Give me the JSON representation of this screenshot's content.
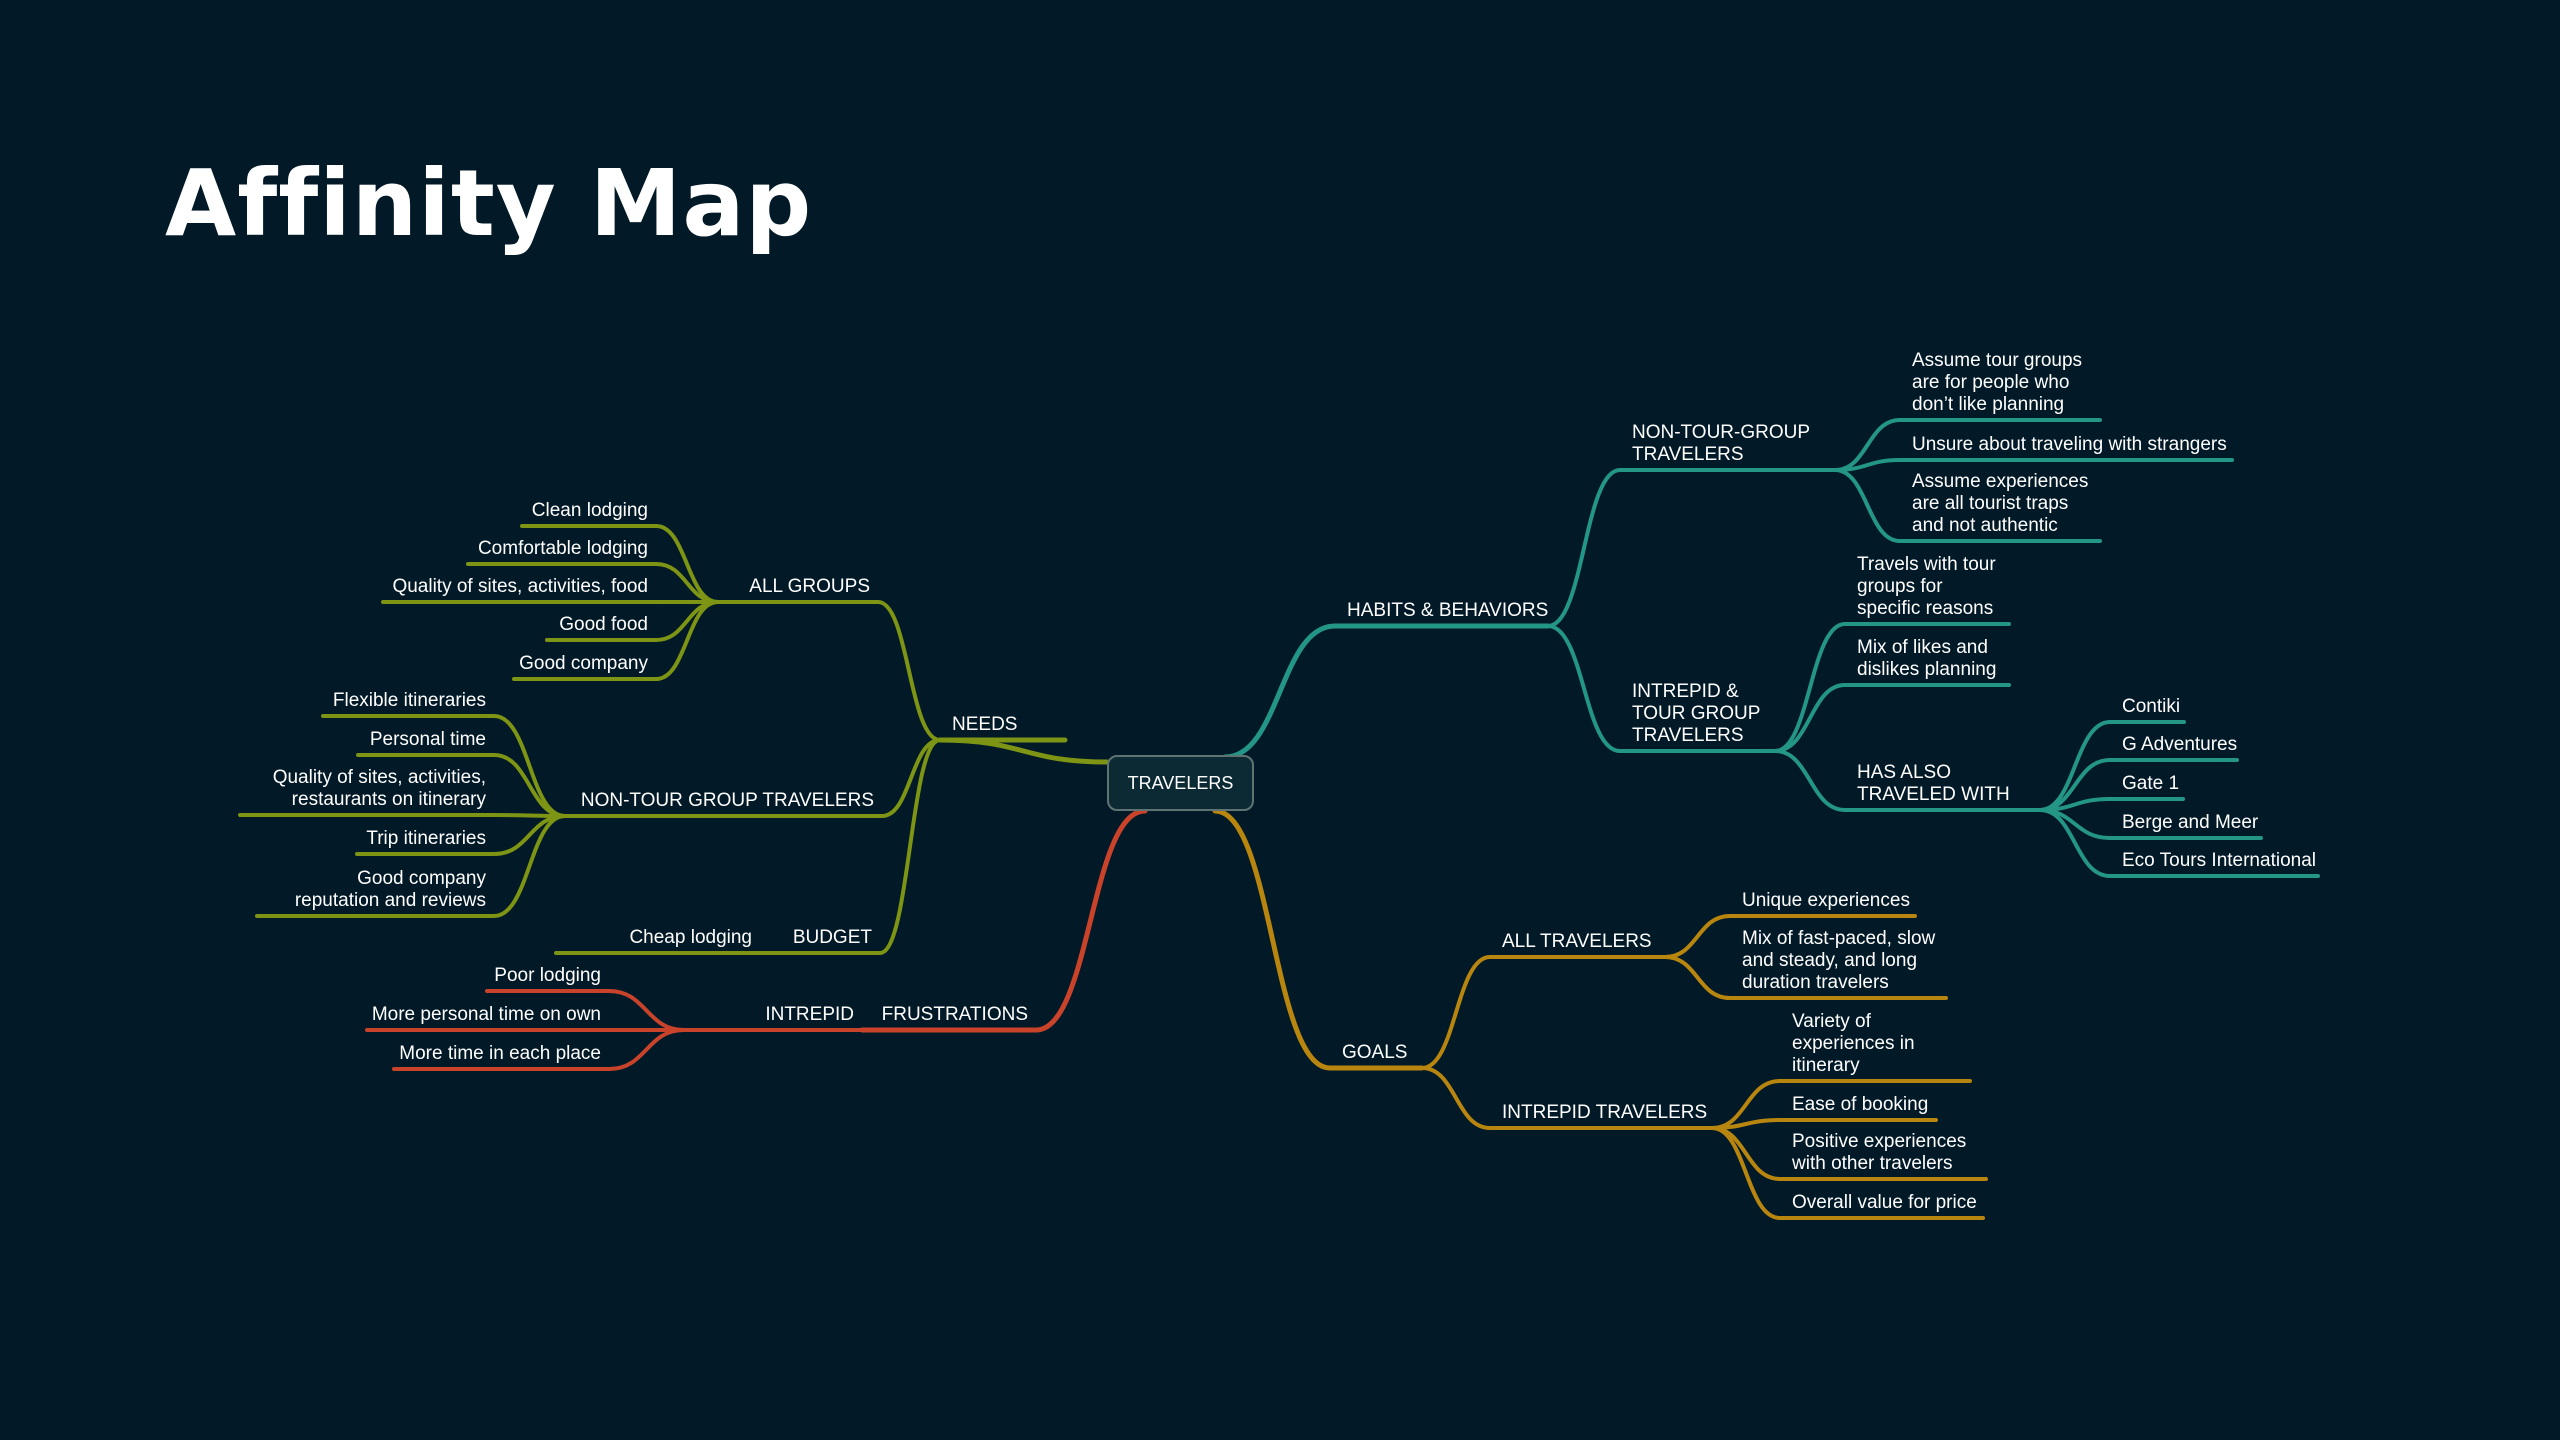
{
  "title": "Affinity Map",
  "colors": {
    "background": "#021927",
    "needs": "#7d9415",
    "frustrations": "#c9432a",
    "habits": "#249688",
    "goals": "#b8860f"
  },
  "root": "TRAVELERS",
  "needs": {
    "label": "NEEDS",
    "all_groups": {
      "label": "ALL GROUPS",
      "items": [
        "Clean lodging",
        "Comfortable lodging",
        "Quality of sites, activities, food",
        "Good food",
        "Good company"
      ]
    },
    "non_tour": {
      "label": "NON-TOUR GROUP TRAVELERS",
      "items": [
        "Flexible itineraries",
        "Personal time",
        "Quality of sites, activities,\nrestaurants on itinerary",
        "Trip itineraries",
        "Good company\nreputation and reviews"
      ]
    },
    "budget": {
      "label": "BUDGET",
      "items": [
        "Cheap lodging"
      ]
    }
  },
  "frustrations": {
    "label": "FRUSTRATIONS",
    "intrepid": {
      "label": "INTREPID",
      "items": [
        "Poor lodging",
        "More personal time on own",
        "More time in each place"
      ]
    }
  },
  "habits": {
    "label": "HABITS & BEHAVIORS",
    "non_tour": {
      "label": "NON-TOUR-GROUP\nTRAVELERS",
      "items": [
        "Assume tour groups\nare for people who\ndon’t like planning",
        "Unsure about traveling with strangers",
        "Assume experiences\nare all tourist traps\nand not authentic"
      ]
    },
    "intrepid_tour": {
      "label": "INTREPID &\nTOUR GROUP\nTRAVELERS",
      "items": [
        "Travels with tour\ngroups for\nspecific reasons",
        "Mix of likes and\ndislikes planning"
      ],
      "has_also": {
        "label": "HAS ALSO\nTRAVELED WITH",
        "items": [
          "Contiki",
          "G Adventures",
          "Gate 1",
          "Berge and Meer",
          "Eco Tours International"
        ]
      }
    }
  },
  "goals": {
    "label": "GOALS",
    "all_travelers": {
      "label": "ALL TRAVELERS",
      "items": [
        "Unique experiences",
        "Mix of fast-paced, slow\nand steady, and long\nduration travelers"
      ]
    },
    "intrepid": {
      "label": "INTREPID TRAVELERS",
      "items": [
        "Variety of\nexperiences in\nitinerary",
        "Ease of booking",
        "Positive experiences\nwith other travelers",
        "Overall value for price"
      ]
    }
  }
}
